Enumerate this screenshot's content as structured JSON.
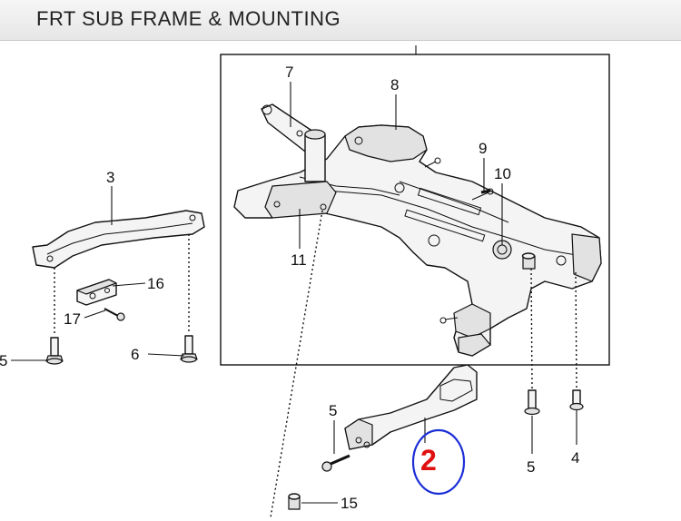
{
  "header": {
    "title": "FRT SUB FRAME & MOUNTING"
  },
  "callouts": {
    "c7": "7",
    "c8": "8",
    "c9": "9",
    "c10": "10",
    "c11": "11",
    "c3": "3",
    "c16": "16",
    "c17": "17",
    "c5a": "5",
    "c6": "6",
    "c5b": "5",
    "c5c": "5",
    "c4": "4",
    "c15": "15"
  },
  "highlight": {
    "label": "2",
    "color": "#e01010",
    "circle_color": "#1c2fd6"
  }
}
